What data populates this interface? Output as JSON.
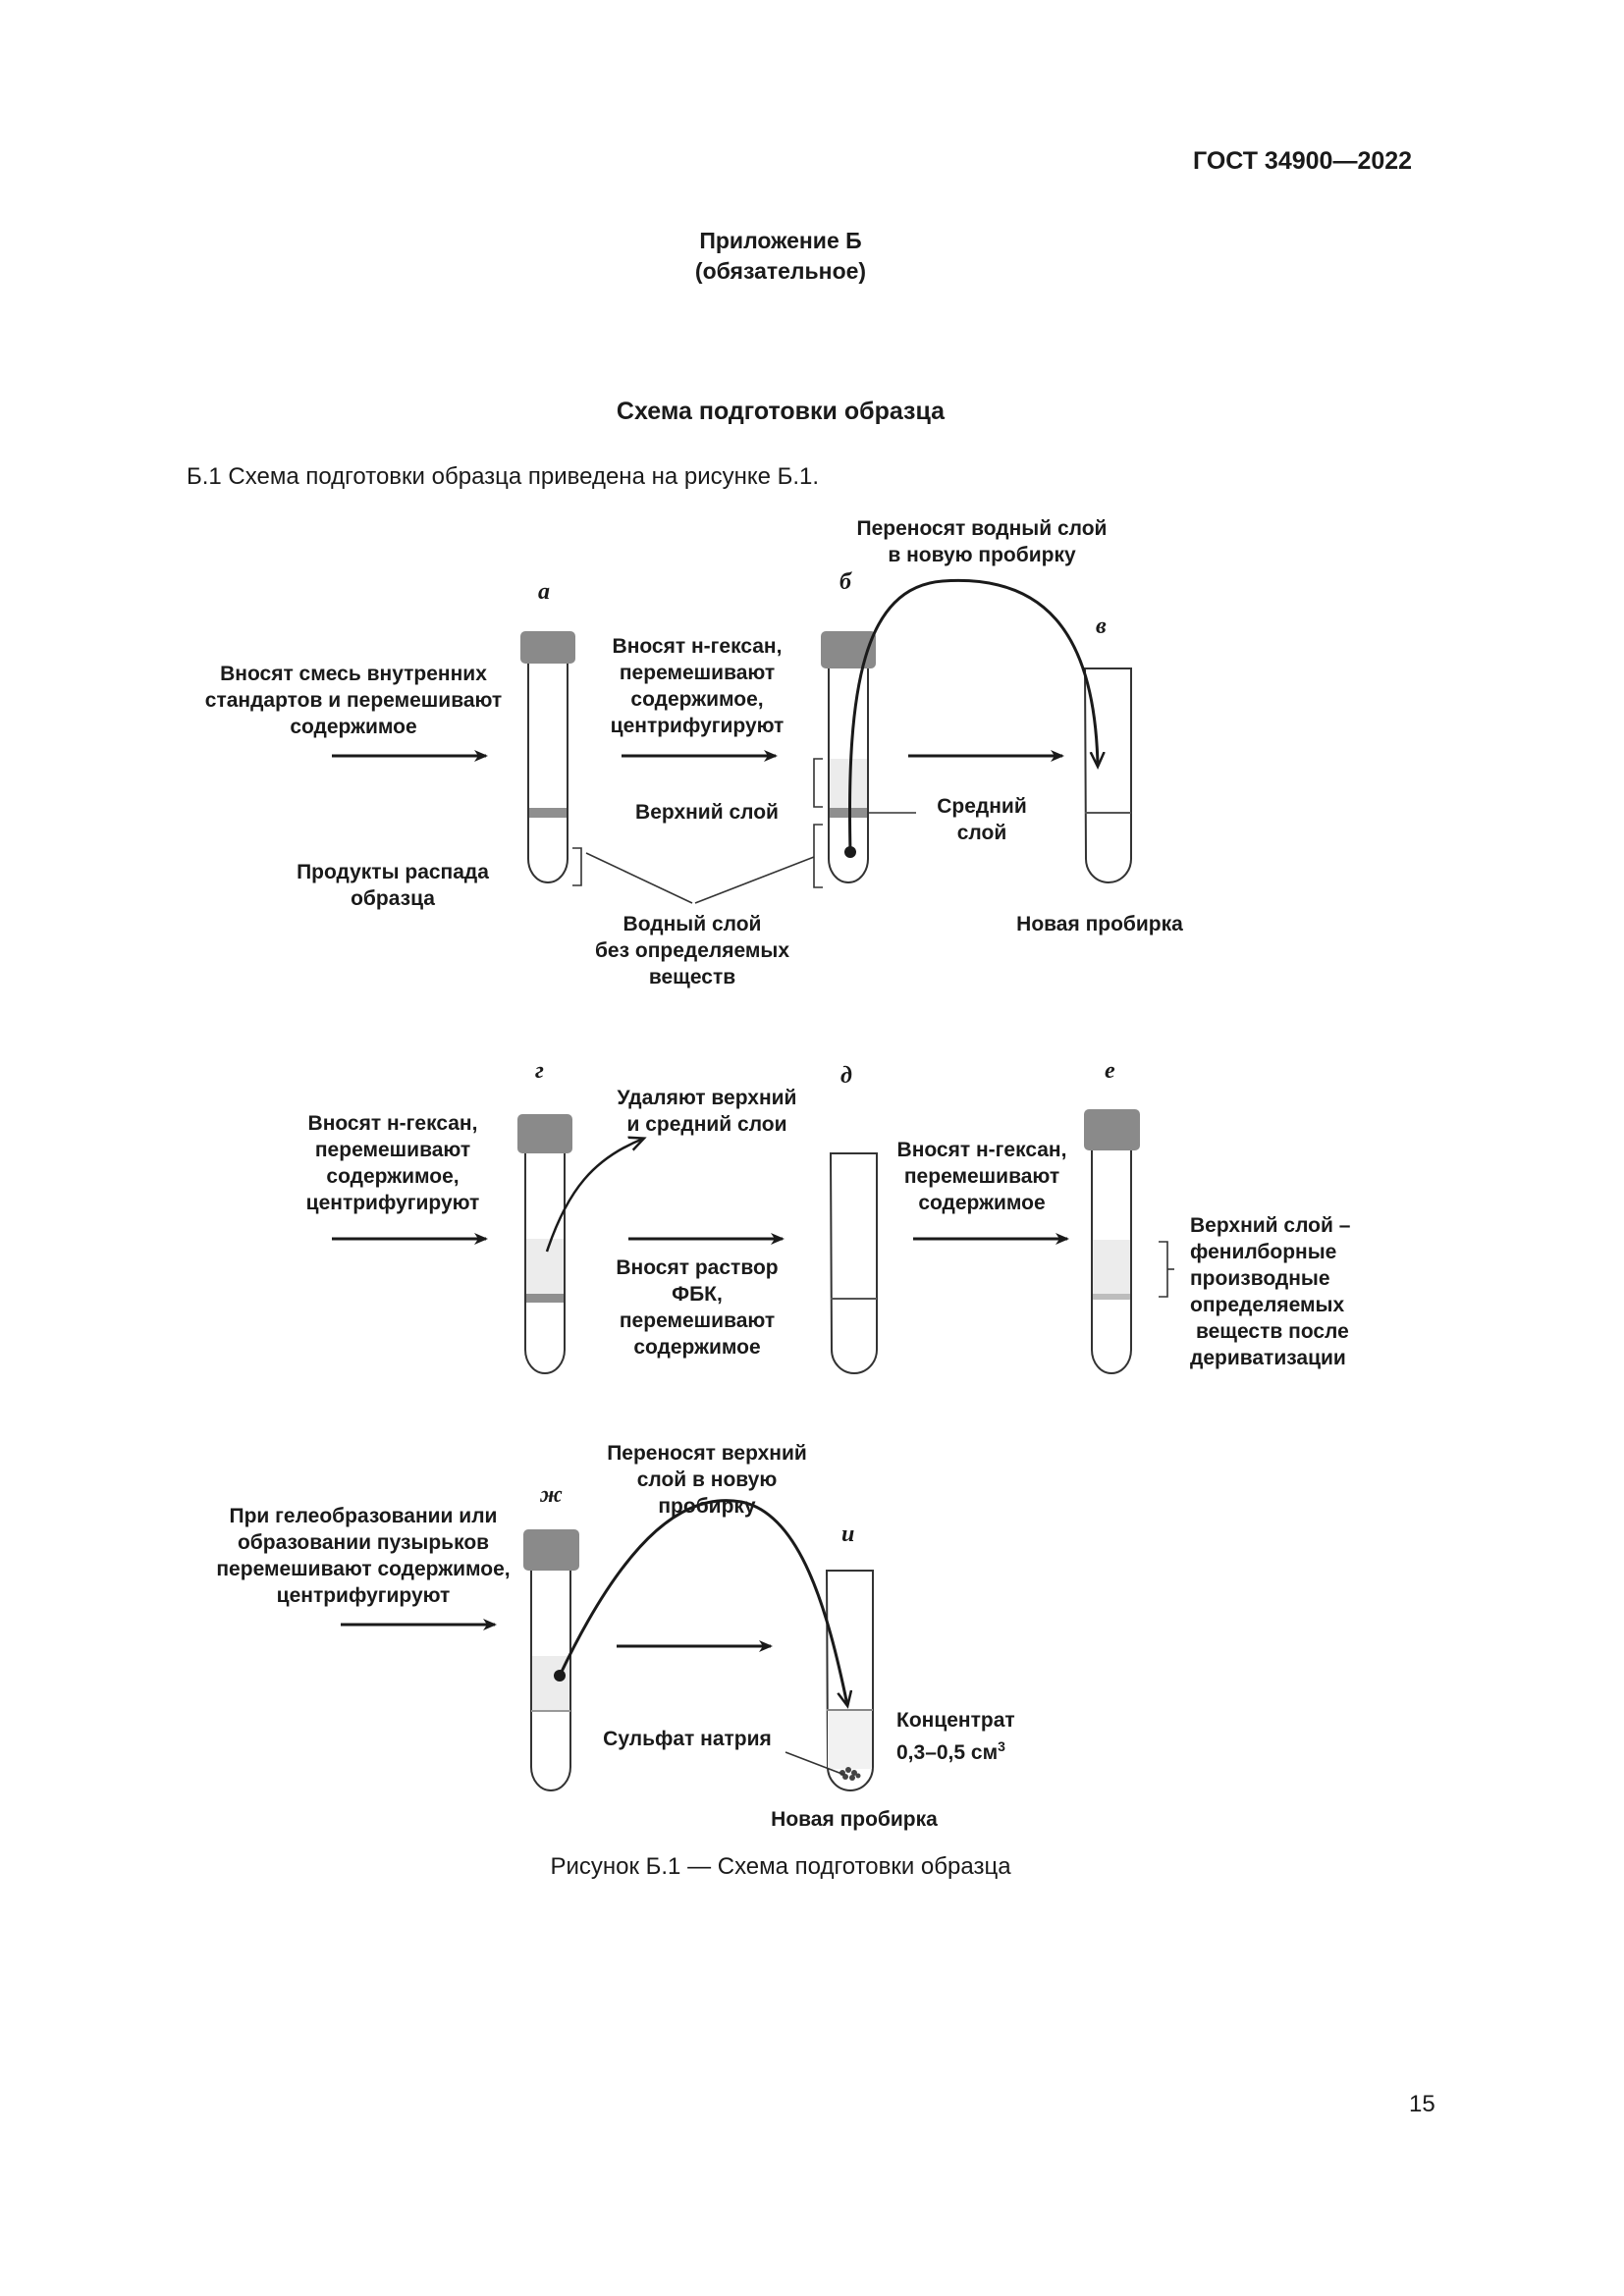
{
  "header": {
    "standard": "ГОСТ 34900—2022"
  },
  "appendix": {
    "title": "Приложение Б",
    "status": "(обязательное)"
  },
  "section": {
    "title": "Схема подготовки образца"
  },
  "intro": "Б.1  Схема подготовки образца приведена на рисунке Б.1.",
  "figure": {
    "letters": {
      "a": "а",
      "b": "б",
      "v": "в",
      "g": "г",
      "d": "д",
      "e": "е",
      "zh": "ж",
      "i": "и"
    },
    "row1": {
      "transfer_water": [
        "Переносят водный слой",
        "в новую пробирку"
      ],
      "add_standards": [
        "Вносят смесь внутренних",
        "стандартов и перемешивают",
        "содержимое"
      ],
      "add_hexane": [
        "Вносят н-гексан,",
        "перемешивают",
        "содержимое,",
        "центрифугируют"
      ],
      "upper_layer": "Верхний слой",
      "middle_layer": [
        "Средний",
        "слой"
      ],
      "decay_products": [
        "Продукты распада",
        "образца"
      ],
      "water_layer": [
        "Водный слой",
        "без определяемых",
        "веществ"
      ],
      "new_tube": "Новая пробирка"
    },
    "row2": {
      "add_hexane": [
        "Вносят н-гексан,",
        "перемешивают",
        "содержимое,",
        "центрифугируют"
      ],
      "remove_layers": [
        "Удаляют верхний",
        "и средний слои"
      ],
      "add_pbc": [
        "Вносят раствор",
        "ФБК,",
        "перемешивают",
        "содержимое"
      ],
      "add_hexane_mix": [
        "Вносят н-гексан,",
        "перемешивают",
        "содержимое"
      ],
      "upper_layer_desc": [
        "Верхний слой –",
        "фенилборные",
        "производные",
        "определяемых",
        "веществ после",
        "дериватизации"
      ]
    },
    "row3": {
      "gel_text": [
        "При гелеобразовании или",
        "образовании пузырьков",
        "перемешивают содержимое,",
        "центрифугируют"
      ],
      "transfer_upper": [
        "Переносят верхний",
        "слой в новую",
        "пробирку"
      ],
      "sodium_sulfate": "Сульфат натрия",
      "concentrate": "Концентрат",
      "concentrate_volume": "0,3–0,5 см",
      "concentrate_unit_sup": "3",
      "new_tube": "Новая пробирка"
    },
    "caption": "Рисунок Б.1 — Схема подготовки образца"
  },
  "page_number": "15",
  "colors": {
    "cap": "#8a8a8a",
    "band": "#8f8f8f",
    "fill": "#ececec",
    "ink": "#1a1a1a"
  }
}
